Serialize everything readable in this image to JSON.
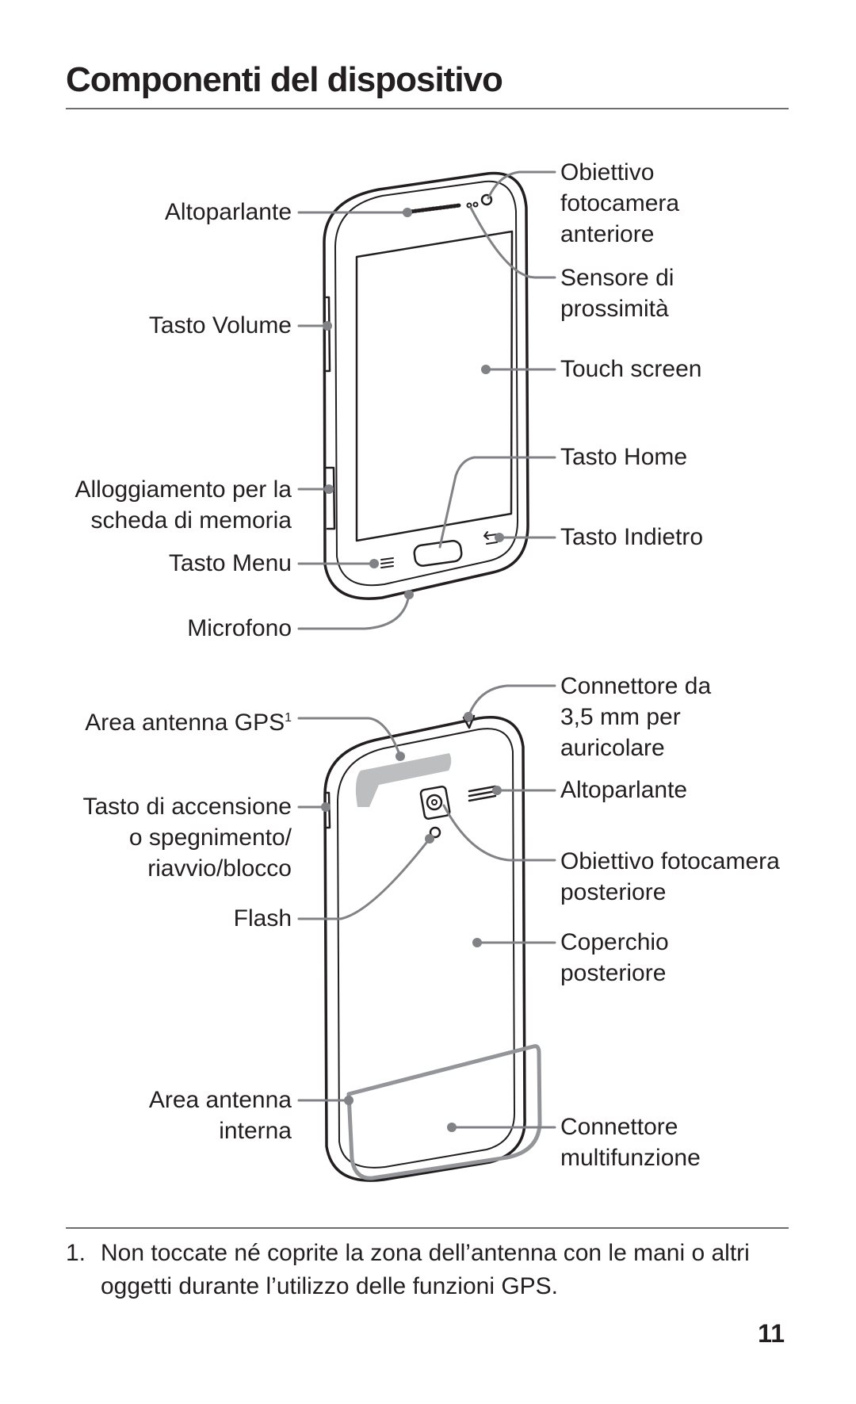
{
  "page": {
    "title": "Componenti del dispositivo",
    "page_number": "11"
  },
  "front": {
    "left_labels": {
      "speaker": "Altoparlante",
      "volume_key": "Tasto Volume",
      "memory_slot": "Alloggiamento per la\nscheda di memoria",
      "menu_key": "Tasto Menu",
      "microphone": "Microfono"
    },
    "right_labels": {
      "front_camera": "Obiettivo\nfotocamera\nanteriore",
      "proximity_sensor": "Sensore di\nprossimità",
      "touch_screen": "Touch screen",
      "home_key": "Tasto Home",
      "back_key": "Tasto Indietro"
    }
  },
  "back": {
    "left_labels": {
      "gps_antenna": "Area antenna GPS",
      "gps_footnote_ref": "1",
      "power_key": "Tasto di accensione\no spegnimento/\nriavvio/blocco",
      "flash": "Flash",
      "internal_antenna": "Area antenna\ninterna"
    },
    "right_labels": {
      "headset_jack": "Connettore da\n3,5 mm per\nauricolare",
      "speaker": "Altoparlante",
      "rear_camera": "Obiettivo fotocamera\nposteriore",
      "back_cover": "Coperchio\nposteriore",
      "multifunction_jack": "Connettore\nmultifunzione"
    }
  },
  "footnote": {
    "number": "1.",
    "text": "Non toccate né coprite la zona dell’antenna con le mani o altri oggetti durante l’utilizzo delle funzioni GPS."
  }
}
